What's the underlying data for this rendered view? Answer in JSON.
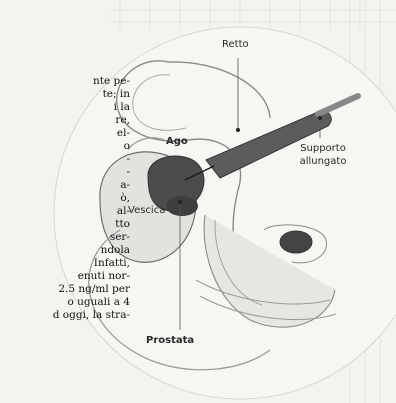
{
  "labels": {
    "retto": "Retto",
    "ago": "Ago",
    "supporto_line1": "Supporto",
    "supporto_line2": "allungato",
    "vescica": "Vescica",
    "prostata": "Prostata"
  },
  "column_fragments": [
    "nte pe-",
    "te; in",
    "i la",
    "re,",
    "el-",
    "o",
    "-",
    "-",
    "a-",
    "ò,",
    "al-",
    "tto",
    "ser-",
    "ndola",
    "Infatti,",
    "enuti nor-",
    "2.5 ng/ml per",
    "o uguali a 4",
    "d oggi, la stra-"
  ],
  "colors": {
    "circle_bg": "#f7f6f3",
    "organ_fill": "#e0e0de",
    "prostate_fill": "#4c4c4c",
    "probe_fill": "#5a5a5a",
    "outline": "#7a7a7a"
  }
}
